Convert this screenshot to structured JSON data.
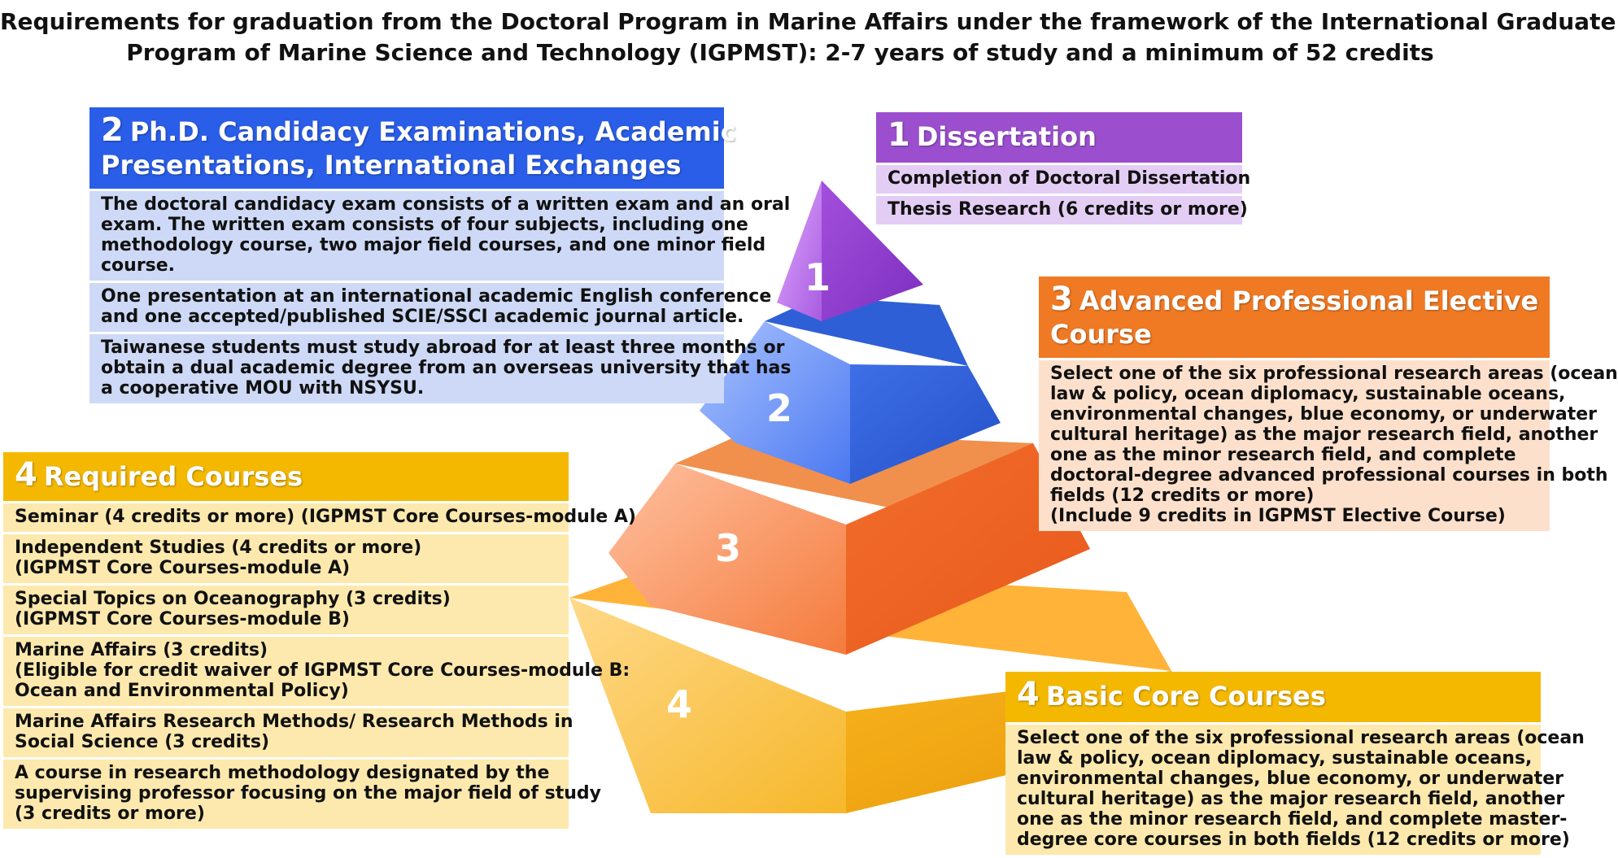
{
  "title": {
    "line1": "Requirements for graduation from the Doctoral Program in Marine Affairs under the framework of the International Graduate",
    "line2": "Program of Marine Science and Technology (IGPMST): 2-7 years of study and a minimum of 52 credits"
  },
  "pyramid": {
    "level1": "1",
    "level2": "2",
    "level3": "3",
    "level4": "4"
  },
  "panels": {
    "dissertation": {
      "number": "1",
      "heading": "Dissertation",
      "rows": [
        [
          "Completion of Doctoral Dissertation"
        ],
        [
          "Thesis Research (6 credits or more)"
        ]
      ]
    },
    "candidacy": {
      "number": "2",
      "heading_line1": "Ph.D. Candidacy Examinations, Academic",
      "heading_line2": "Presentations, International Exchanges",
      "rows": [
        [
          "The doctoral candidacy exam consists of a written exam and an oral",
          "exam. The written exam consists of four subjects, including one",
          "methodology course, two major field courses, and one minor field",
          "course."
        ],
        [
          "One presentation at an international academic English conference",
          "and one accepted/published SCIE/SSCI academic journal article."
        ],
        [
          "Taiwanese students must study abroad for at least three months or",
          "obtain a dual academic degree from an overseas university that has",
          "a cooperative MOU with NSYSU."
        ]
      ]
    },
    "advanced": {
      "number": "3",
      "heading_line1": "Advanced Professional Elective",
      "heading_line2": "Course",
      "rows": [
        [
          "Select one of the six professional research areas (ocean",
          "law & policy, ocean diplomacy, sustainable oceans,",
          "environmental changes, blue economy, or underwater",
          "cultural  heritage) as the major research field, another",
          "one as the minor research field, and complete",
          "doctoral-degree advanced professional courses in both",
          "fields (12 credits or more)",
          "(Include 9 credits in IGPMST Elective Course)"
        ]
      ]
    },
    "required": {
      "number": "4",
      "heading": "Required Courses",
      "rows": [
        [
          "Seminar (4 credits or more) (IGPMST Core Courses-module A)"
        ],
        [
          "Independent Studies (4 credits or more)",
          "(IGPMST Core Courses-module A)"
        ],
        [
          "Special Topics on Oceanography (3 credits)",
          "(IGPMST Core Courses-module B)"
        ],
        [
          "Marine Affairs (3 credits)",
          " (Eligible for credit waiver of IGPMST Core Courses-module B:",
          "Ocean and Environmental Policy)"
        ],
        [
          "Marine Affairs Research Methods/ Research Methods in",
          "Social Science (3 credits)"
        ],
        [
          "A course in research methodology designated by the",
          "supervising professor focusing on the major field of study",
          " (3 credits or more)"
        ]
      ]
    },
    "basic": {
      "number": "4",
      "heading": "Basic Core Courses",
      "rows": [
        [
          "Select one of the six professional research areas (ocean",
          "law & policy, ocean diplomacy, sustainable oceans,",
          "environmental changes, blue economy, or underwater",
          "cultural  heritage) as the major research field, another",
          "one as the minor research field, and complete master-",
          "degree core courses in both fields (12 credits or more)"
        ]
      ]
    }
  },
  "colors": {
    "purple": "#9b4fcf",
    "blue": "#2a5ee8",
    "orange": "#f07a24",
    "yellow": "#f5b800"
  }
}
